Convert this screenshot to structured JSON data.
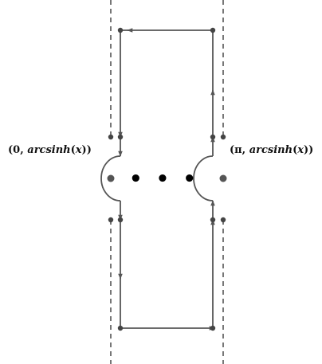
{
  "labels": {
    "left": {
      "open": "(",
      "num": "0",
      "comma": ", ",
      "fn": "arcsinh",
      "arg_open": "(",
      "var": "x",
      "arg_close": ")",
      "close": ")"
    },
    "right": {
      "open": "(",
      "num": "π",
      "comma": ", ",
      "fn": "arcsinh",
      "arg_open": "(",
      "var": "x",
      "arg_close": ")",
      "close": ")"
    }
  },
  "ellipsis": "• • •",
  "colors": {
    "line": "#555555",
    "dot": "#444444",
    "ellipsis": "#000000",
    "text": "#111111"
  }
}
